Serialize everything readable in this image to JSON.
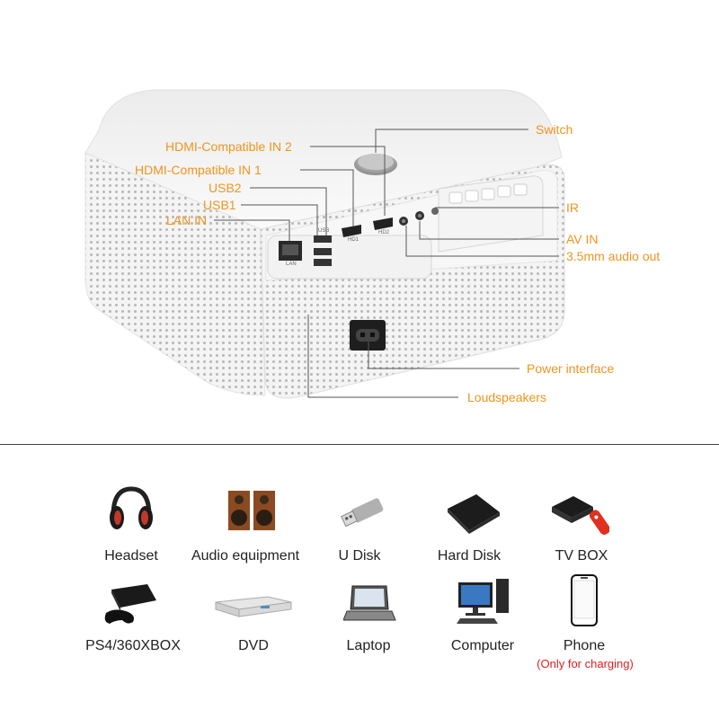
{
  "callouts": {
    "switch": "Switch",
    "hdmi2": "HDMI-Compatible IN 2",
    "hdmi1": "HDMI-Compatible IN 1",
    "usb2": "USB2",
    "usb1": "USB1",
    "lan_in": "LAN IN",
    "ir": "IR",
    "av_in": "AV IN",
    "audio_out": "3.5mm audio out",
    "power": "Power interface",
    "loudspeakers": "Loudspeakers"
  },
  "port_labels": {
    "lan": "LAN",
    "usb": "USB",
    "hd1": "HD1",
    "hd2": "HD2"
  },
  "devices": [
    {
      "label": "Headset",
      "icon": "headset-icon"
    },
    {
      "label": "Audio equipment",
      "icon": "speakers-icon"
    },
    {
      "label": "U Disk",
      "icon": "usb-disk-icon"
    },
    {
      "label": "Hard Disk",
      "icon": "hard-disk-icon"
    },
    {
      "label": "TV BOX",
      "icon": "tv-box-icon"
    },
    {
      "label": "PS4/360XBOX",
      "icon": "game-console-icon"
    },
    {
      "label": "DVD",
      "icon": "dvd-player-icon"
    },
    {
      "label": "Laptop",
      "icon": "laptop-icon"
    },
    {
      "label": "Computer",
      "icon": "computer-icon"
    },
    {
      "label": "Phone",
      "icon": "phone-icon",
      "note": "(Only for charging)"
    }
  ],
  "colors": {
    "callout": "#f0941e",
    "note": "#e02020"
  }
}
